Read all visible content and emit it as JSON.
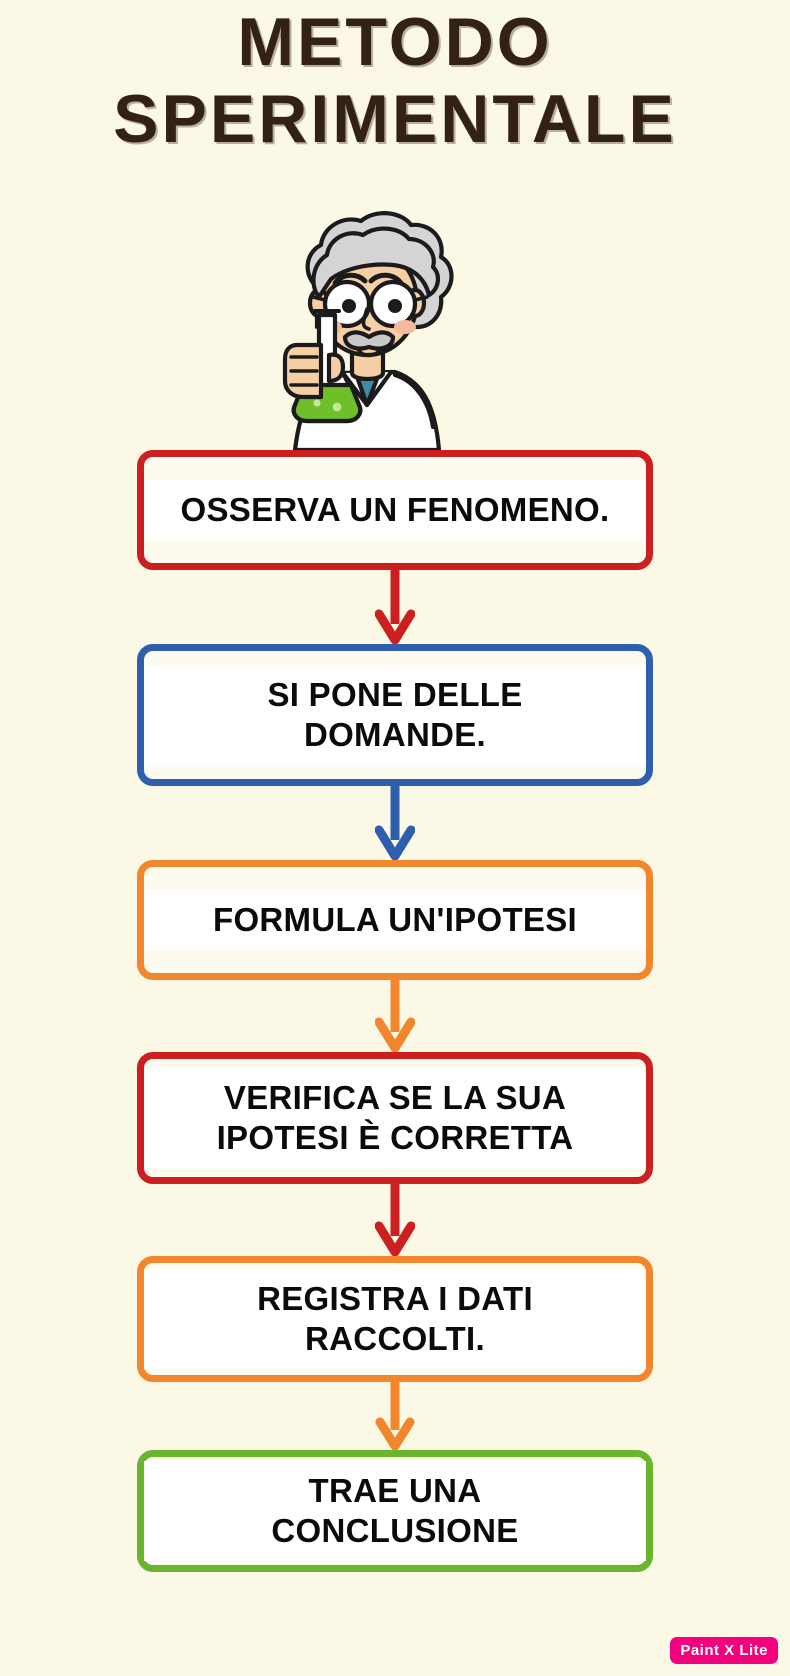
{
  "page": {
    "background_color": "#fbf8e6",
    "language": "it"
  },
  "title": {
    "line1": "METODO",
    "line2": "SPERIMENTALE",
    "color": "#332118"
  },
  "illustration": {
    "name": "cartoon-scientist",
    "description": "Cartoon scientist with wild gray hair, round glasses, gray mustache, white lab coat and teal shirt, holding an Erlenmeyer flask with green liquid",
    "hair_color": "#d2d2d2",
    "skin_color": "#f7cfa5",
    "coat_color": "#ffffff",
    "shirt_color": "#3f8ca5",
    "flask_liquid_color": "#6fbf2a",
    "outline_color": "#1b1b1b"
  },
  "flow": {
    "steps": [
      {
        "id": "step-1",
        "label": "OSSERVA UN FENOMENO.",
        "border_color": "#cc1f1f",
        "size_class": "n1"
      },
      {
        "id": "step-2",
        "label": "SI PONE DELLE\nDOMANDE.",
        "border_color": "#2e5fac",
        "size_class": "n2"
      },
      {
        "id": "step-3",
        "label": "FORMULA UN'IPOTESI",
        "border_color": "#f1862c",
        "size_class": "n3"
      },
      {
        "id": "step-4",
        "label": "VERIFICA SE LA SUA\nIPOTESI È CORRETTA",
        "border_color": "#cc1f1f",
        "size_class": "n4"
      },
      {
        "id": "step-5",
        "label": "REGISTRA I DATI\nRACCOLTI.",
        "border_color": "#f1862c",
        "size_class": "n5"
      },
      {
        "id": "step-6",
        "label": "TRAE UNA\nCONCLUSIONE",
        "border_color": "#6ab52e",
        "size_class": "n6"
      }
    ],
    "connectors": [
      {
        "id": "arrow-1",
        "from": "step-1",
        "to": "step-2",
        "color": "#cc1f1f"
      },
      {
        "id": "arrow-2",
        "from": "step-2",
        "to": "step-3",
        "color": "#2e5fac"
      },
      {
        "id": "arrow-3",
        "from": "step-3",
        "to": "step-4",
        "color": "#f1862c"
      },
      {
        "id": "arrow-4",
        "from": "step-4",
        "to": "step-5",
        "color": "#cc1f1f"
      },
      {
        "id": "arrow-5",
        "from": "step-5",
        "to": "step-6",
        "color": "#f1862c"
      }
    ]
  },
  "watermark": {
    "text": "Paint X Lite",
    "background_color": "#f4007f",
    "text_color": "#ffffff"
  }
}
